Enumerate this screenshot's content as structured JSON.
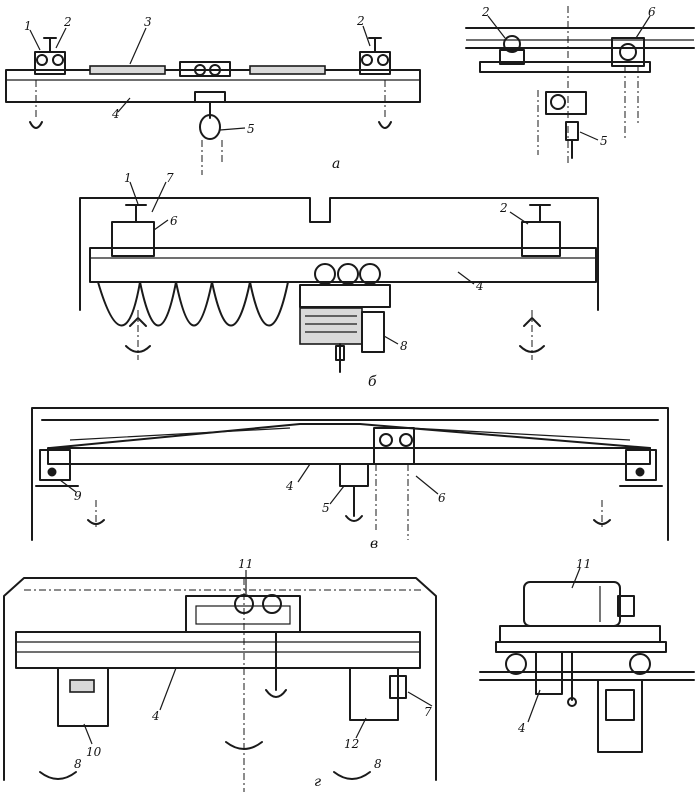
{
  "labels": {
    "a": {
      "n1": "1",
      "n2_left": "2",
      "n3": "3",
      "n2_right": "2",
      "n4": "4",
      "n5": "5",
      "caption": "a"
    },
    "a_side": {
      "n2": "2",
      "n6": "6",
      "n5": "5"
    },
    "b": {
      "n1": "1",
      "n7": "7",
      "n6": "6",
      "n2": "2",
      "n4": "4",
      "n8": "8",
      "caption": "б"
    },
    "v": {
      "n4": "4",
      "n5": "5",
      "n6": "6",
      "n9": "9",
      "caption": "в"
    },
    "g": {
      "n11": "11",
      "n4": "4",
      "n10": "10",
      "n12": "12",
      "n7": "7",
      "n8_left": "8",
      "n8_right": "8",
      "caption": "г"
    },
    "g_side": {
      "n11": "11",
      "n4": "4"
    }
  }
}
